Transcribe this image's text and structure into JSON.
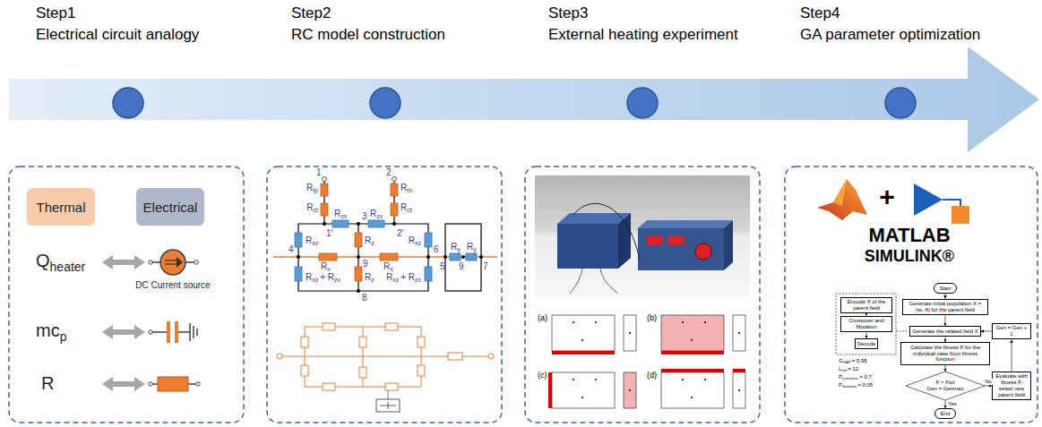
{
  "diagram": {
    "nodes": [
      {
        "text": [
          "Thermal"
        ]
      },
      {
        "text": [
          "Electrical"
        ]
      },
      {
        "text": [
          "Start"
        ]
      },
      {
        "text": [
          "Generate initial population X = (wᵢ, θ) for the parent field"
        ]
      },
      {
        "text": [
          "Encode X of the parent field"
        ]
      },
      {
        "text": [
          "Crossover and Mutation"
        ]
      },
      {
        "text": [
          "Decode"
        ]
      },
      {
        "text": [
          "Generate the related field X"
        ]
      },
      {
        "text": [
          "Calculate the fitness F for the individual case from fitness function"
        ]
      },
      {
        "text": [
          "Gen = Gen + 1"
        ]
      },
      {
        "text": [
          "F < Ftol",
          "Gen = Genmax"
        ]
      },
      {
        "text": [
          "Evaluate with fitness F, select new parent field"
        ]
      },
      {
        "text": [
          "End"
        ]
      }
    ],
    "edges": [
      {
        "from": 2,
        "to": 3,
        "arrow": "to"
      },
      {
        "from": 3,
        "to": 7,
        "arrow": "to"
      },
      {
        "from": 4,
        "to": 5,
        "arrow": "to"
      },
      {
        "from": 5,
        "to": 6,
        "arrow": "to"
      },
      {
        "from": 7,
        "to": 8,
        "arrow": "to"
      },
      {
        "from": 8,
        "to": 10,
        "arrow": "to"
      },
      {
        "from": 10,
        "to": 12,
        "label": "Yes",
        "arrow": "to"
      },
      {
        "from": 10,
        "to": 11,
        "label": "No",
        "arrow": "to"
      },
      {
        "from": 11,
        "to": 9,
        "arrow": "to"
      },
      {
        "from": 9,
        "to": 7,
        "arrow": "to"
      }
    ],
    "labels": [
      "Step1",
      "Electrical circuit analogy",
      "Step2",
      "RC model construction",
      "Step3",
      "External heating experiment",
      "Step4",
      "GA parameter optimization",
      "Q",
      "heater",
      "DC Current source",
      "mc",
      "p",
      "R",
      "1",
      "2",
      "R",
      "tp",
      "R",
      "tn",
      "R",
      "ct",
      "R",
      "ct",
      "1'",
      "3",
      "2'",
      "R",
      "zx",
      "R",
      "zx",
      "R",
      "xz",
      "R",
      "z",
      "R",
      "xz",
      "4",
      "R",
      "x",
      "9",
      "R",
      "x",
      "6",
      "R",
      "xz",
      "+ R",
      "zx",
      "R",
      "z",
      "R",
      "xz",
      "+ R",
      "zx",
      "8",
      "R",
      "y",
      "5",
      "9",
      "7",
      "R",
      "y",
      "(a)",
      "(b)",
      "(c)",
      "(d)",
      "+",
      "MATLAB",
      "SIMULINK®",
      "G",
      "GAP",
      "= 0.95",
      "L",
      "ind",
      "= 12",
      "P",
      "crossover",
      "= 0.7",
      "P",
      "mutation",
      "= 0.05"
    ]
  }
}
